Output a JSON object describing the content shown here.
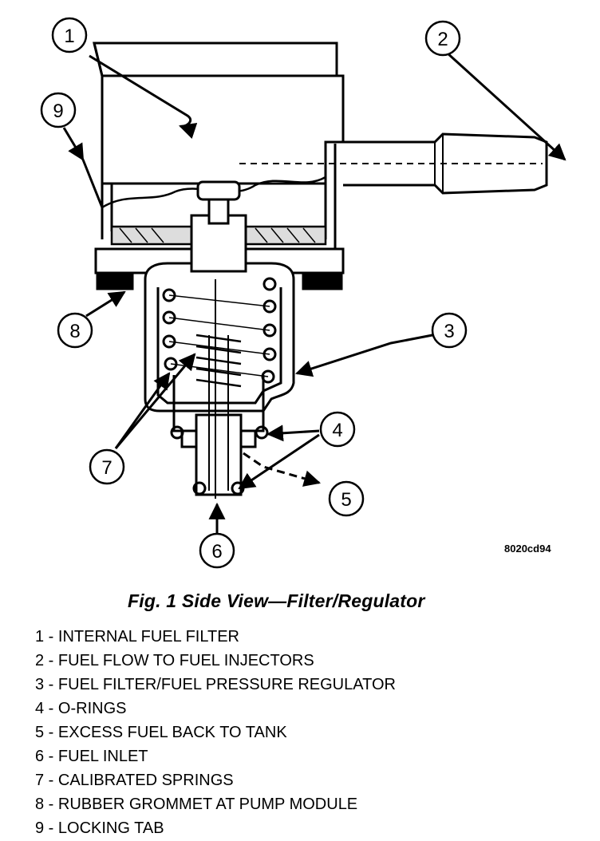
{
  "diagram": {
    "callouts": [
      "1",
      "2",
      "3",
      "4",
      "5",
      "6",
      "7",
      "8",
      "9"
    ],
    "reference_code": "8020cd94"
  },
  "caption": "Fig. 1 Side View—Filter/Regulator",
  "legend": [
    {
      "num": "1",
      "label": "INTERNAL FUEL FILTER"
    },
    {
      "num": "2",
      "label": "FUEL FLOW TO FUEL INJECTORS"
    },
    {
      "num": "3",
      "label": "FUEL FILTER/FUEL PRESSURE REGULATOR"
    },
    {
      "num": "4",
      "label": "O-RINGS"
    },
    {
      "num": "5",
      "label": "EXCESS FUEL BACK TO TANK"
    },
    {
      "num": "6",
      "label": "FUEL INLET"
    },
    {
      "num": "7",
      "label": "CALIBRATED SPRINGS"
    },
    {
      "num": "8",
      "label": "RUBBER GROMMET AT PUMP MODULE"
    },
    {
      "num": "9",
      "label": "LOCKING TAB"
    }
  ]
}
